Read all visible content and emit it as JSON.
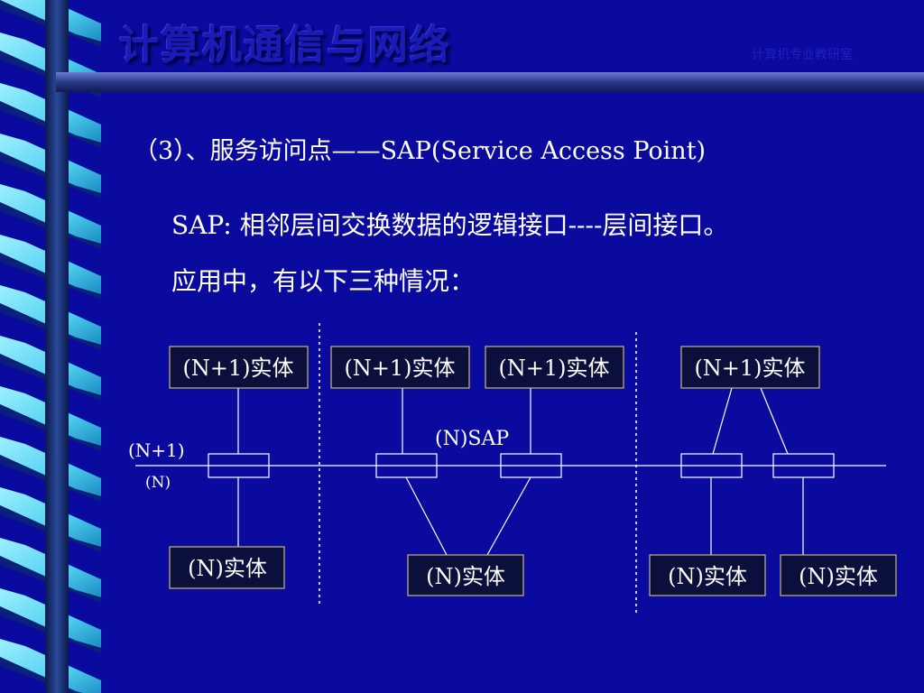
{
  "slide": {
    "title": "计算机通信与网络",
    "department": "计算机专业教研室",
    "subtitle": "（3）、服务访问点——SAP(Service Access Point)",
    "definition": "SAP: 相邻层间交换数据的逻辑接口----层间接口。",
    "cases_intro": "应用中，有以下三种情况："
  },
  "diagram": {
    "layer_upper_label": "(N+1)",
    "layer_lower_label": "(N)",
    "sap_label": "(N)SAP",
    "case1": {
      "upper": "(N+1)实体",
      "lower": "(N)实体"
    },
    "case2": {
      "upper_left": "(N+1)实体",
      "upper_right": "(N+1)实体",
      "lower": "(N)实体"
    },
    "case3": {
      "upper": "(N+1)实体",
      "lower_left": "(N)实体",
      "lower_right": "(N)实体"
    }
  },
  "colors": {
    "background": "#0a0a9e",
    "entity_box_fill": "#0a0f3c",
    "entity_box_border": "#c8b878",
    "ribbon_cyan": "#4fd0f0",
    "ribbon_navy": "#0a2a6a",
    "bar": "#2a3a8a"
  }
}
